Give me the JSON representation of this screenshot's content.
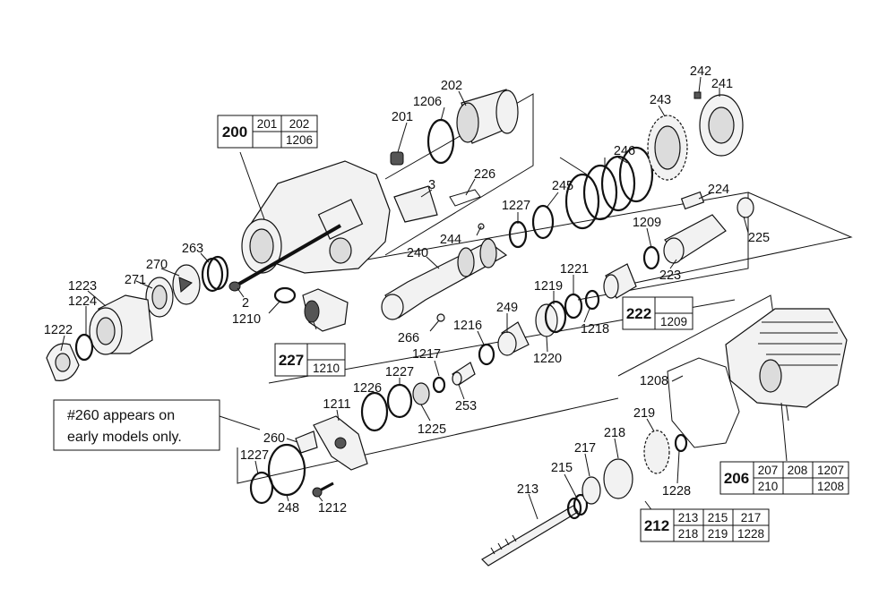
{
  "note": {
    "line1": "#260 appears on",
    "line2": "early models only."
  },
  "labels": {
    "l200": "200",
    "l201": "201",
    "l202": "202",
    "l1206": "1206",
    "l3": "3",
    "l226": "226",
    "l245": "245",
    "l1227a": "1227",
    "l244": "244",
    "l240": "240",
    "l246": "246",
    "l243": "243",
    "l242": "242",
    "l241": "241",
    "l224": "224",
    "l225": "225",
    "l1209": "1209",
    "l223": "223",
    "l1221": "1221",
    "l1219": "1219",
    "l222": "222",
    "l1218": "1218",
    "l249": "249",
    "l1216": "1216",
    "l1220": "1220",
    "l266": "266",
    "l263": "263",
    "l270": "270",
    "l271": "271",
    "l1223": "1223",
    "l1224": "1224",
    "l1222": "1222",
    "l2": "2",
    "l1210": "1210",
    "l227": "227",
    "l1217": "1217",
    "l1227b": "1227",
    "l1226": "1226",
    "l253": "253",
    "l1225": "1225",
    "l1211": "1211",
    "l260": "260",
    "l1227c": "1227",
    "l248": "248",
    "l1212": "1212",
    "l1208": "1208",
    "l206": "206",
    "l219": "219",
    "l218": "218",
    "l217": "217",
    "l215": "215",
    "l1228": "1228",
    "l213": "213",
    "l212": "212"
  },
  "kits": {
    "k200": {
      "id": "200",
      "row1": [
        "201",
        "202"
      ],
      "row2": [
        "",
        "1206"
      ]
    },
    "k227": {
      "id": "227",
      "row1": [
        ""
      ],
      "row2": [
        "1210"
      ]
    },
    "k222": {
      "id": "222",
      "row1": [
        ""
      ],
      "row2": [
        "1209"
      ]
    },
    "k206": {
      "id": "206",
      "row1": [
        "207",
        "208",
        "1207"
      ],
      "row2": [
        "210",
        "",
        "1208"
      ]
    },
    "k212": {
      "id": "212",
      "row1": [
        "213",
        "215",
        "217"
      ],
      "row2": [
        "218",
        "219",
        "1228"
      ]
    }
  }
}
